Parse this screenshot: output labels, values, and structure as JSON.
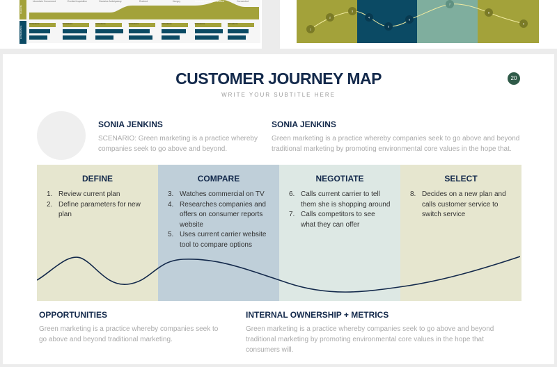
{
  "prev_slide_left": {
    "feeling_label": "FEELING",
    "experience_label": "EXPERIENCE",
    "emotions": [
      "Uncertain Concerned",
      "Excited Inquisitive",
      "Decisive Anticipatory",
      "Rushed",
      "Hungry",
      "Relaxed Satisfied Enriched",
      "Connected"
    ],
    "bar_label": "Convenience"
  },
  "prev_slide_right": {
    "steps": [
      "1",
      "2",
      "3",
      "4",
      "5",
      "6",
      "7",
      "8",
      "9"
    ],
    "colors": [
      "#a3a23a",
      "#0b4a64",
      "#7fae9e",
      "#a3a23a"
    ]
  },
  "slide": {
    "title": "CUSTOMER JOURNEY MAP",
    "subtitle": "WRITE YOUR SUBTITLE HERE",
    "page_number": "20",
    "persona_left": {
      "name": "SONIA JENKINS",
      "text": "SCENARIO: Green marketing is a practice whereby companies seek to go above and beyond."
    },
    "persona_right": {
      "name": "SONIA JENKINS",
      "text": "Green marketing is a practice whereby companies seek to go above and beyond traditional marketing by promoting environmental core values in the hope that."
    },
    "stages": [
      {
        "title": "DEFINE",
        "color": "#e6e6cf",
        "items": [
          {
            "n": "1.",
            "t": "Review current plan"
          },
          {
            "n": "2.",
            "t": "Define parameters for new plan"
          }
        ]
      },
      {
        "title": "COMPARE",
        "color": "#bfcfd9",
        "items": [
          {
            "n": "3.",
            "t": "Watches commercial on TV"
          },
          {
            "n": "4.",
            "t": "Researches companies and offers on consumer reports website"
          },
          {
            "n": "5.",
            "t": "Uses current carrier website tool to compare options"
          }
        ]
      },
      {
        "title": "NEGOTIATE",
        "color": "#dde8e4",
        "items": [
          {
            "n": "6.",
            "t": "Calls current carrier to tell them she is shopping around"
          },
          {
            "n": "7.",
            "t": "Calls competitors to see what they can offer"
          }
        ]
      },
      {
        "title": "SELECT",
        "color": "#e6e6cf",
        "items": [
          {
            "n": "8.",
            "t": "Decides on a new plan and calls customer service to switch service"
          }
        ]
      }
    ],
    "opportunities": {
      "title": "OPPORTUNITIES",
      "text": "Green marketing is a practice whereby companies seek to go above and beyond traditional marketing."
    },
    "internal": {
      "title": "INTERNAL OWNERSHIP + METRICS",
      "text": "Green marketing is a practice whereby companies seek to go above and beyond traditional marketing by promoting environmental core values in the hope that consumers will."
    }
  }
}
